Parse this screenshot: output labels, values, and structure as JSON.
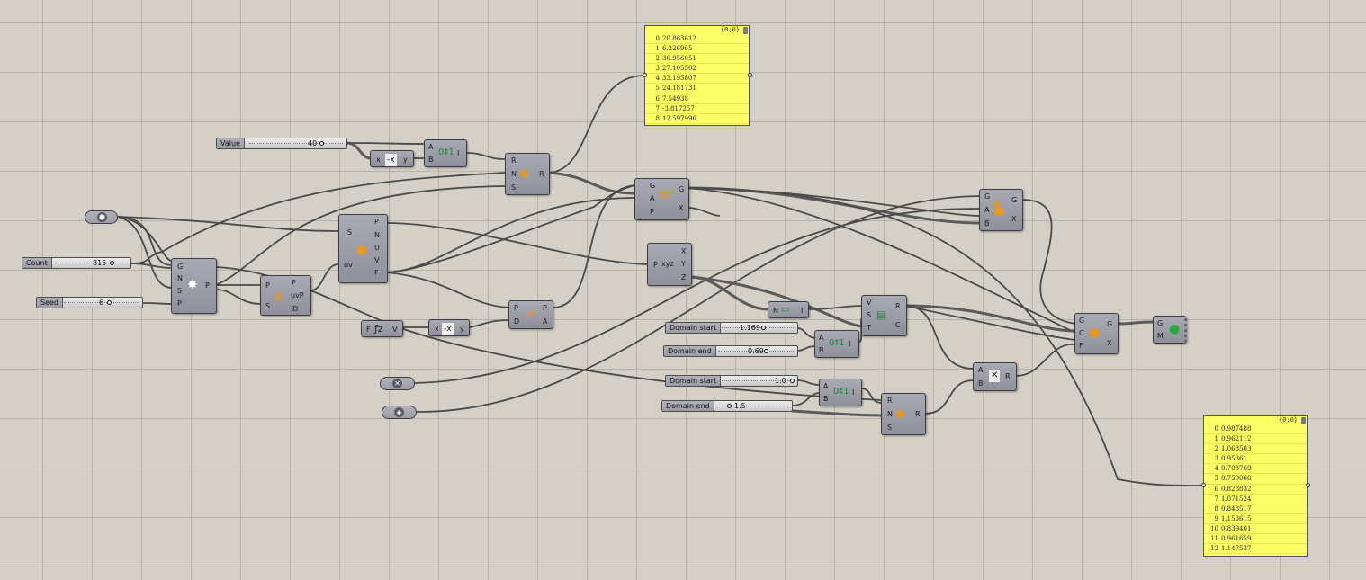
{
  "sliders": {
    "value": {
      "name": "Value",
      "value": "40"
    },
    "count": {
      "name": "Count",
      "value": "815"
    },
    "seed": {
      "name": "Seed",
      "value": "6"
    },
    "domain_start_1": {
      "name": "Domain start",
      "value": "1.169"
    },
    "domain_end_1": {
      "name": "Domain end",
      "value": "0.69"
    },
    "domain_start_2": {
      "name": "Domain start",
      "value": "1.0"
    },
    "domain_end_2": {
      "name": "Domain end",
      "value": "1.5"
    }
  },
  "panel_top": {
    "header": "{0;0}",
    "rows": [
      {
        "i": "0",
        "v": "20.863612"
      },
      {
        "i": "1",
        "v": "6.226965"
      },
      {
        "i": "2",
        "v": "36.956051"
      },
      {
        "i": "3",
        "v": "27.105502"
      },
      {
        "i": "4",
        "v": "33.195807"
      },
      {
        "i": "5",
        "v": "24.181731"
      },
      {
        "i": "6",
        "v": "7.54938"
      },
      {
        "i": "7",
        "v": "-3.817257"
      },
      {
        "i": "8",
        "v": "12.597996"
      }
    ]
  },
  "panel_bottom": {
    "header": "{0;0}",
    "rows": [
      {
        "i": "0",
        "v": "0.987488"
      },
      {
        "i": "1",
        "v": "0.962112"
      },
      {
        "i": "2",
        "v": "1.068503"
      },
      {
        "i": "3",
        "v": "0.95361"
      },
      {
        "i": "4",
        "v": "0.708769"
      },
      {
        "i": "5",
        "v": "0.750068"
      },
      {
        "i": "6",
        "v": "0.828832"
      },
      {
        "i": "7",
        "v": "1.071524"
      },
      {
        "i": "8",
        "v": "0.848517"
      },
      {
        "i": "9",
        "v": "1.153615"
      },
      {
        "i": "10",
        "v": "0.839401"
      },
      {
        "i": "11",
        "v": "0.961659"
      },
      {
        "i": "12",
        "v": "1.147537"
      }
    ]
  },
  "ports": {
    "G": "G",
    "N": "N",
    "S": "S",
    "P": "P",
    "R": "R",
    "A": "A",
    "B": "B",
    "I": "I",
    "x": "x",
    "y": "y",
    "D": "D",
    "uvP": "uvP",
    "U": "U",
    "V": "V",
    "F": "F",
    "uv": "uv",
    "X": "X",
    "Y": "Y",
    "Z": "Z",
    "C": "C",
    "T": "T",
    "M": "M"
  },
  "icons": {
    "populate": "populate-geometry-icon",
    "random": "random-numbers-icon",
    "construct_domain": "construct-domain-icon",
    "negative": "negative-icon",
    "surface_closest": "surface-closest-point-icon",
    "evaluate": "evaluate-surface-icon",
    "move": "move-icon",
    "scale": "scale-nu-icon",
    "deconstruct": "deconstruct-point-icon",
    "bounds": "bounds-icon",
    "remap": "remap-numbers-icon",
    "multiply": "multiplication-icon",
    "custom_preview": "custom-preview-icon",
    "gradient": "gradient-icon",
    "fz": "function-z-icon"
  }
}
